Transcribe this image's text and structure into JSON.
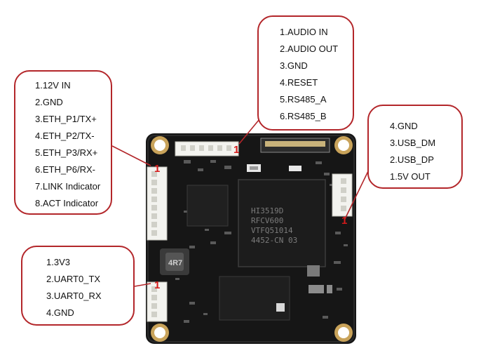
{
  "callouts": {
    "left": {
      "items": [
        "1.12V IN",
        "2.GND",
        "3.ETH_P1/TX+",
        "4.ETH_P2/TX-",
        "5.ETH_P3/RX+",
        "6.ETH_P6/RX-",
        "7.LINK Indicator",
        "8.ACT Indicator"
      ]
    },
    "top": {
      "items": [
        "1.AUDIO IN",
        "2.AUDIO OUT",
        "3.GND",
        "4.RESET",
        "5.RS485_A",
        "6.RS485_B"
      ]
    },
    "right": {
      "items": [
        "4.GND",
        "3.USB_DM",
        "2.USB_DP",
        "1.5V OUT"
      ]
    },
    "bottom": {
      "items": [
        "1.3V3",
        "2.UART0_TX",
        "3.UART0_RX",
        "4.GND"
      ]
    }
  },
  "pin_marker": "1",
  "board": {
    "soc_text": [
      "HI3519D",
      "RFCV600",
      "VTFQ51014",
      "4452-CN  03"
    ],
    "inductor_text": "4R7"
  },
  "colors": {
    "callout_border": "#b3262a",
    "leader_line": "#b3262a",
    "pin_marker": "#d41a1a",
    "pcb": "#161616"
  }
}
